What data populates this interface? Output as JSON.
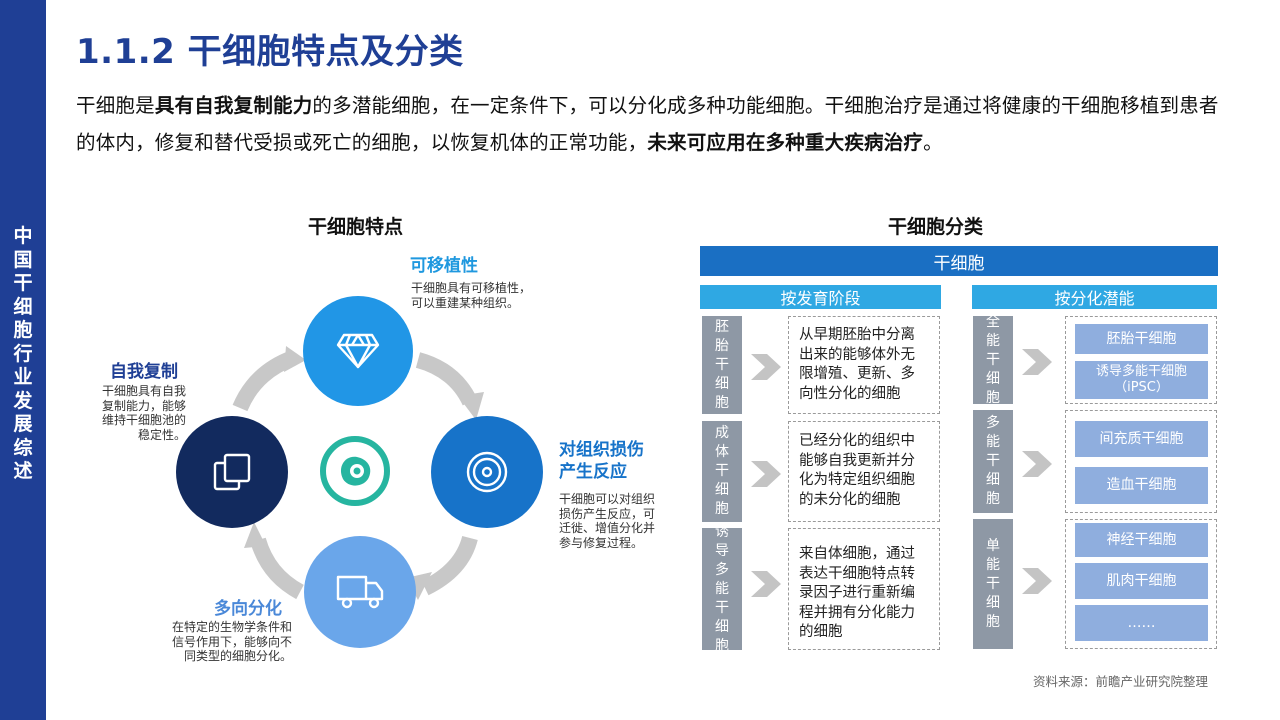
{
  "sidebar": {
    "label": "中\n国\n干\n细\n胞\n行\n业\n发\n展\n综\n述"
  },
  "title": "1.1.2 干细胞特点及分类",
  "intro": {
    "p1": "干细胞是",
    "b1": "具有自我复制能力",
    "p2": "的多潜能细胞，在一定条件下，可以分化成多种功能细胞。干细胞治疗是通过将健康的干细胞移植到患者的体内，修复和替代受损或死亡的细胞，以恢复机体的正常功能，",
    "b2": "未来可应用在多种重大疾病治疗",
    "p3": "。"
  },
  "features": {
    "title": "干细胞特点",
    "items": [
      {
        "title": "可移植性",
        "desc": "干细胞具有可移植性，\n可以重建某种组织。",
        "icon": "diamond-icon"
      },
      {
        "title": "对组织损伤\n产生反应",
        "desc": "干细胞可以对组织\n损伤产生反应，可\n迁徙、增值分化并\n参与修复过程。",
        "icon": "target-disc-icon"
      },
      {
        "title": "多向分化",
        "desc": "在特定的生物学条件和\n信号作用下，能够向不\n同类型的细胞分化。",
        "icon": "truck-icon"
      },
      {
        "title": "自我复制",
        "desc": "干细胞具有自我\n复制能力，能够\n维持干细胞池的\n稳定性。",
        "icon": "copy-icon"
      }
    ],
    "center_icon": "cell-icon"
  },
  "classification": {
    "title": "干细胞分类",
    "root": "干细胞",
    "by_stage": {
      "label": "按发育阶段",
      "rows": [
        {
          "name": "胚\n胎\n干\n细\n胞",
          "desc": "从早期胚胎中分离\n出来的能够体外无\n限增殖、更新、多\n向性分化的细胞"
        },
        {
          "name": "成\n体\n干\n细\n胞",
          "desc": "已经分化的组织中\n能够自我更新并分\n化为特定组织细胞\n的未分化的细胞"
        },
        {
          "name": "诱\n导\n多\n能\n干\n细\n胞",
          "desc": "来自体细胞，通过\n表达干细胞特点转\n录因子进行重新编\n程并拥有分化能力\n的细胞"
        }
      ]
    },
    "by_potency": {
      "label": "按分化潜能",
      "rows": [
        {
          "name": "全\n能\n干\n细\n胞",
          "items": [
            "胚胎干细胞",
            "诱导多能干细胞\n（iPSC）"
          ]
        },
        {
          "name": "多\n能\n干\n细\n胞",
          "items": [
            "间充质干细胞",
            "造血干细胞"
          ]
        },
        {
          "name": "单\n能\n干\n细\n胞",
          "items": [
            "神经干细胞",
            "肌肉干细胞",
            "……"
          ]
        }
      ]
    }
  },
  "source": "资料来源：前瞻产业研究院整理",
  "colors": {
    "brand": "#1f3f95",
    "accent": "#2fa8e3",
    "gray": "#8e98a5",
    "tag": "#8faede",
    "teal": "#26b5a0"
  }
}
